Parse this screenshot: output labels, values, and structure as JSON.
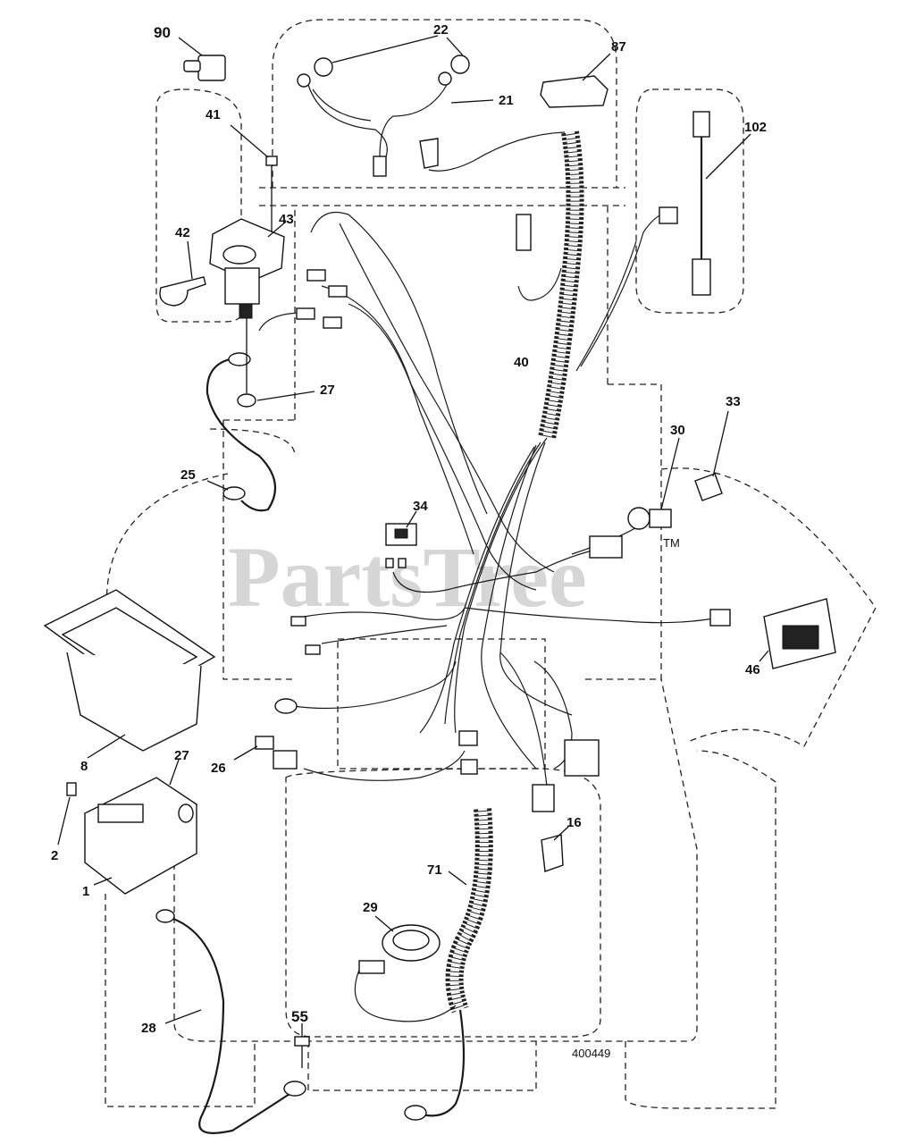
{
  "watermark": "PartsTree",
  "watermark_tm": "TM",
  "figure_number": "400449",
  "callouts": {
    "c90": "90",
    "c22": "22",
    "c87": "87",
    "c21": "21",
    "c41": "41",
    "c102": "102",
    "c43": "43",
    "c42": "42",
    "c40": "40",
    "c27a": "27",
    "c33": "33",
    "c30": "30",
    "c25": "25",
    "c34": "34",
    "c46": "46",
    "c8": "8",
    "c27b": "27",
    "c26": "26",
    "c2": "2",
    "c16": "16",
    "c1": "1",
    "c71": "71",
    "c29": "29",
    "c55": "55",
    "c28": "28"
  }
}
